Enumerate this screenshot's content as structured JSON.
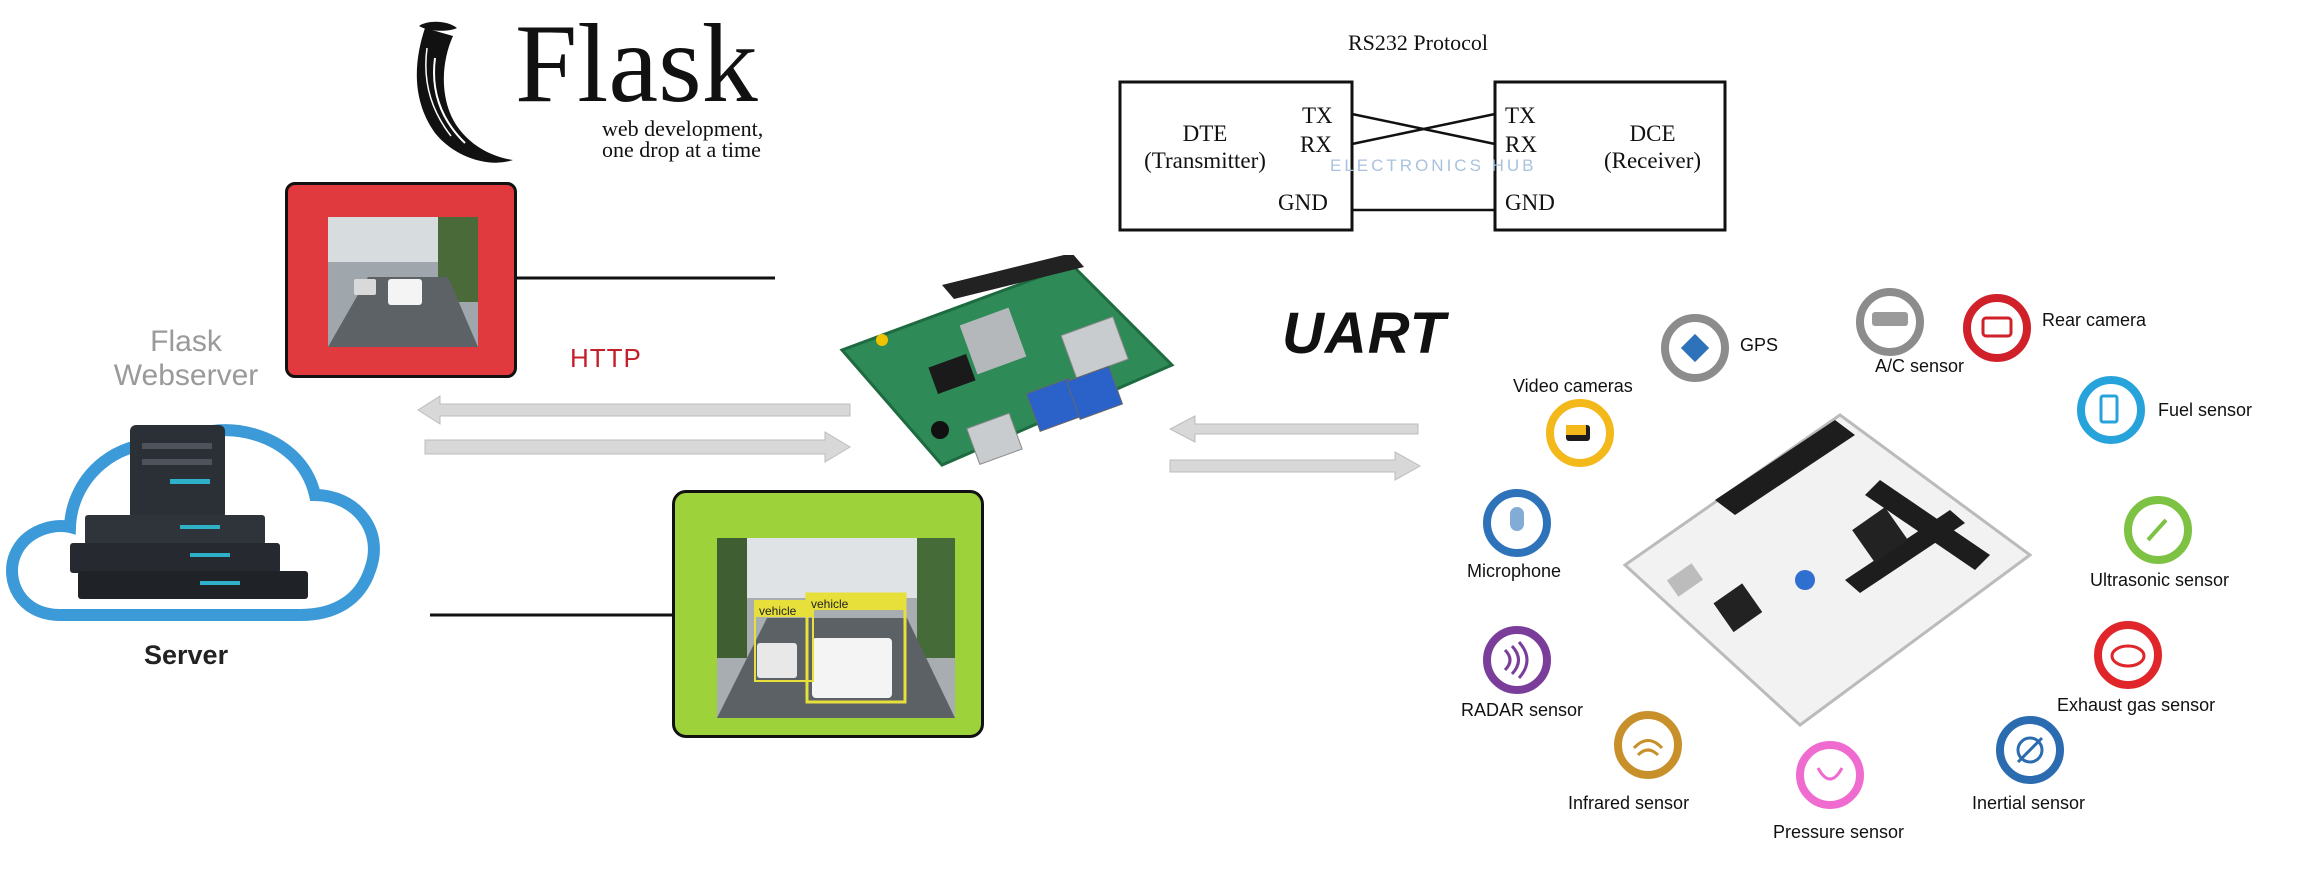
{
  "flask": {
    "title": "Flask",
    "tagline_line1": "web development,",
    "tagline_line2": "one drop at a time"
  },
  "rs232": {
    "title": "RS232 Protocol",
    "dte_line1": "DTE",
    "dte_line2": "(Transmitter)",
    "dce_line1": "DCE",
    "dce_line2": "(Receiver)",
    "tx": "TX",
    "rx": "RX",
    "gnd": "GND",
    "watermark": "ELECTRONICS HUB"
  },
  "server": {
    "title_line1": "Flask",
    "title_line2": "Webserver",
    "label": "Server"
  },
  "links": {
    "http_label": "HTTP",
    "uart_label": "UART"
  },
  "detection": {
    "box1_label": "vehicle",
    "box2_label": "vehicle"
  },
  "sensors": [
    {
      "label": "GPS",
      "color": "#8c8c8c",
      "icon": "satellite-icon"
    },
    {
      "label": "A/C sensor",
      "color": "#8c8c8c",
      "icon": "ac-unit-icon"
    },
    {
      "label": "Rear camera",
      "color": "#d0202a",
      "icon": "rear-camera-icon"
    },
    {
      "label": "Video cameras",
      "color": "#f3b81a",
      "icon": "video-camera-icon"
    },
    {
      "label": "Fuel sensor",
      "color": "#27a3dc",
      "icon": "fuel-pump-icon"
    },
    {
      "label": "Microphone",
      "color": "#2e73b9",
      "icon": "microphone-icon"
    },
    {
      "label": "Ultrasonic  sensor",
      "color": "#7dc242",
      "icon": "ultrasonic-icon"
    },
    {
      "label": "RADAR sensor",
      "color": "#7a3d9a",
      "icon": "radar-icon"
    },
    {
      "label": "Exhaust gas sensor",
      "color": "#e0262a",
      "icon": "co2-icon"
    },
    {
      "label": "Infrared sensor",
      "color": "#c8902a",
      "icon": "infrared-icon"
    },
    {
      "label": "Pressure sensor",
      "color": "#f06bd0",
      "icon": "tire-pressure-icon"
    },
    {
      "label": "Inertial sensor",
      "color": "#2b6cb0",
      "icon": "inertial-icon"
    }
  ],
  "colors": {
    "frame_red": "#e03a3e",
    "frame_green": "#9ed23a",
    "cloud_blue": "#3d9ad8",
    "rpi_green": "#2e8b57",
    "nucleo_white": "#f2f2f2"
  }
}
